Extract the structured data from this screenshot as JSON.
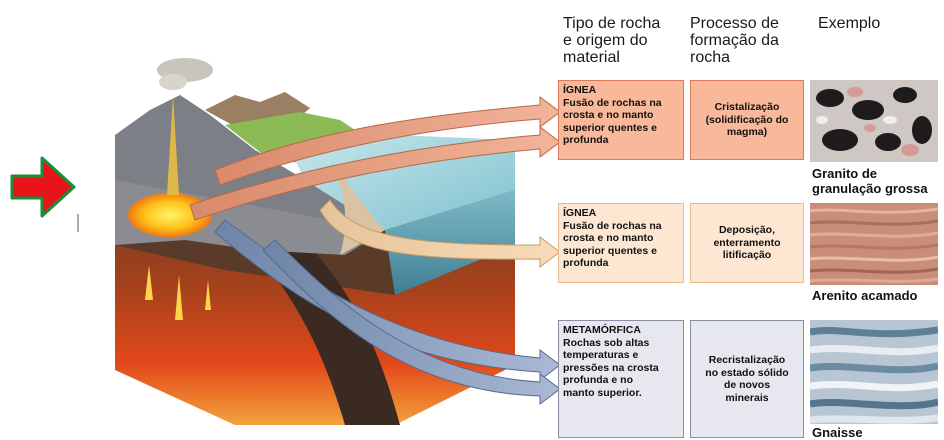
{
  "headers": {
    "col1": [
      "Tipo de rocha",
      "e origem do",
      "material"
    ],
    "col2": [
      "Processo de",
      "formação da",
      "rocha"
    ],
    "col3": [
      "Exemplo"
    ]
  },
  "rows": [
    {
      "type": "ÍGNEA",
      "desc": [
        "Fusão de rochas na",
        "crosta e no manto",
        "superior quentes e",
        "profunda"
      ],
      "process": [
        "Cristalização",
        "(solidificação do",
        "magma)"
      ],
      "example": [
        "Granito de",
        "granulação grossa"
      ]
    },
    {
      "type": "ÍGNEA",
      "desc": [
        "Fusão de rochas na",
        "crosta e no manto",
        "superior quentes e",
        "profunda"
      ],
      "process": [
        "Deposição,",
        "enterramento",
        "litificação"
      ],
      "example": [
        "Arenito acamado"
      ]
    },
    {
      "type": "METAMÓRFICA",
      "desc": [
        "Rochas sob altas",
        "temperaturas e",
        "pressões na crosta",
        "profunda e no",
        "manto superior."
      ],
      "process": [
        "Recristalização",
        "no estado sólido",
        "de novos",
        "minerais"
      ],
      "example": [
        "Gnaisse"
      ]
    }
  ],
  "colors": {
    "igneous_fill": "#f8b899",
    "igneous_border": "#e0795a",
    "sedimentary_fill": "#fde7d2",
    "sedimentary_border": "#e8b98f",
    "metamorphic_fill": "#e6e7ef",
    "metamorphic_border": "#8b8da3",
    "pointer_arrow": "#e8141a"
  },
  "icons": {
    "pointer": "red-right-arrow-icon"
  }
}
